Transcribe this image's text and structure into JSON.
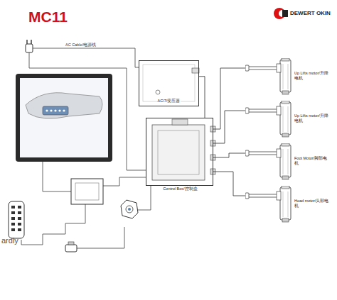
{
  "diagram": {
    "title": "MC11",
    "nodes": [
      {
        "text": [
          "AC/7/变压器"
        ]
      },
      {
        "text": [
          "Control Box/控制盒"
        ]
      },
      {
        "text": [
          "Up Lifts motor/升降电机"
        ]
      },
      {
        "text": [
          "Up Lifts motor/升降电机"
        ]
      },
      {
        "text": [
          "Foot Motor/脚部电机"
        ]
      },
      {
        "text": [
          "Head motor/头部电机"
        ]
      }
    ],
    "edges": [
      {
        "from": 0,
        "to": 1,
        "arrow": "none"
      },
      {
        "from": 1,
        "to": 2,
        "arrow": "none"
      },
      {
        "from": 1,
        "to": 3,
        "arrow": "none"
      },
      {
        "from": 1,
        "to": 4,
        "arrow": "none"
      },
      {
        "from": 1,
        "to": 5,
        "arrow": "none"
      }
    ],
    "labels": [
      "AC Cable/电源线",
      "DEWERT OKIN",
      "ardly"
    ]
  }
}
